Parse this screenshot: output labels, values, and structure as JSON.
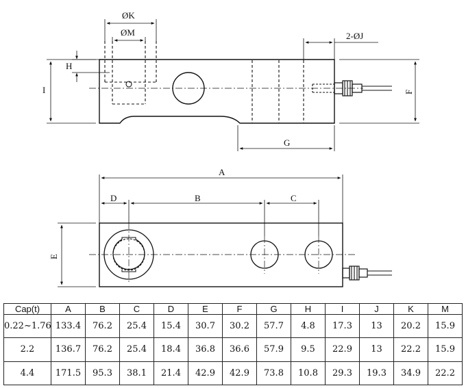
{
  "drawing": {
    "side_view_labels": {
      "k": "ØK",
      "m": "ØM",
      "j": "2-ØJ",
      "h": "H",
      "i": "I",
      "f": "F",
      "g": "G"
    },
    "top_view_labels": {
      "a": "A",
      "b": "B",
      "c": "C",
      "d": "D",
      "e": "E"
    }
  },
  "table": {
    "headers": [
      "Cap(t)",
      "A",
      "B",
      "C",
      "D",
      "E",
      "F",
      "G",
      "H",
      "I",
      "J",
      "K",
      "M"
    ],
    "rows": [
      [
        "0.22~1.76",
        "133.4",
        "76.2",
        "25.4",
        "15.4",
        "30.7",
        "30.2",
        "57.7",
        "4.8",
        "17.3",
        "13",
        "20.2",
        "15.9"
      ],
      [
        "2.2",
        "136.7",
        "76.2",
        "25.4",
        "18.4",
        "36.8",
        "36.6",
        "57.9",
        "9.5",
        "22.9",
        "13",
        "22.2",
        "15.9"
      ],
      [
        "4.4",
        "171.5",
        "95.3",
        "38.1",
        "21.4",
        "42.9",
        "42.9",
        "73.8",
        "10.8",
        "29.3",
        "19.3",
        "34.9",
        "22.2"
      ]
    ]
  }
}
